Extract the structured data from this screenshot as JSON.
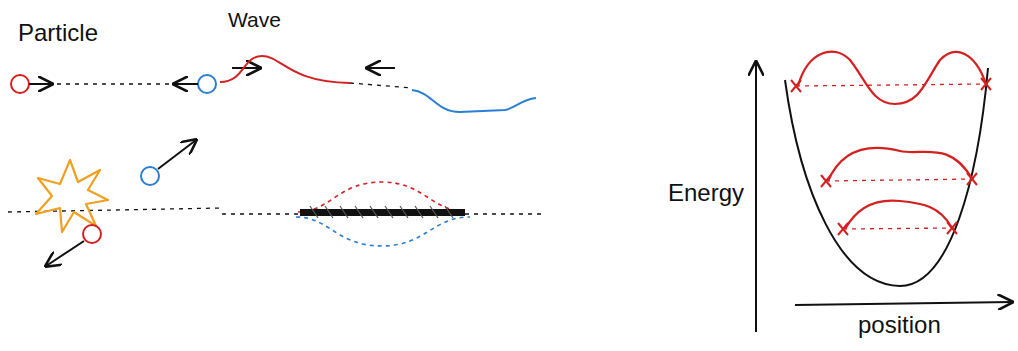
{
  "diagram": {
    "labels": [
      "Particle",
      "Wave",
      "Energy",
      "position"
    ]
  }
}
